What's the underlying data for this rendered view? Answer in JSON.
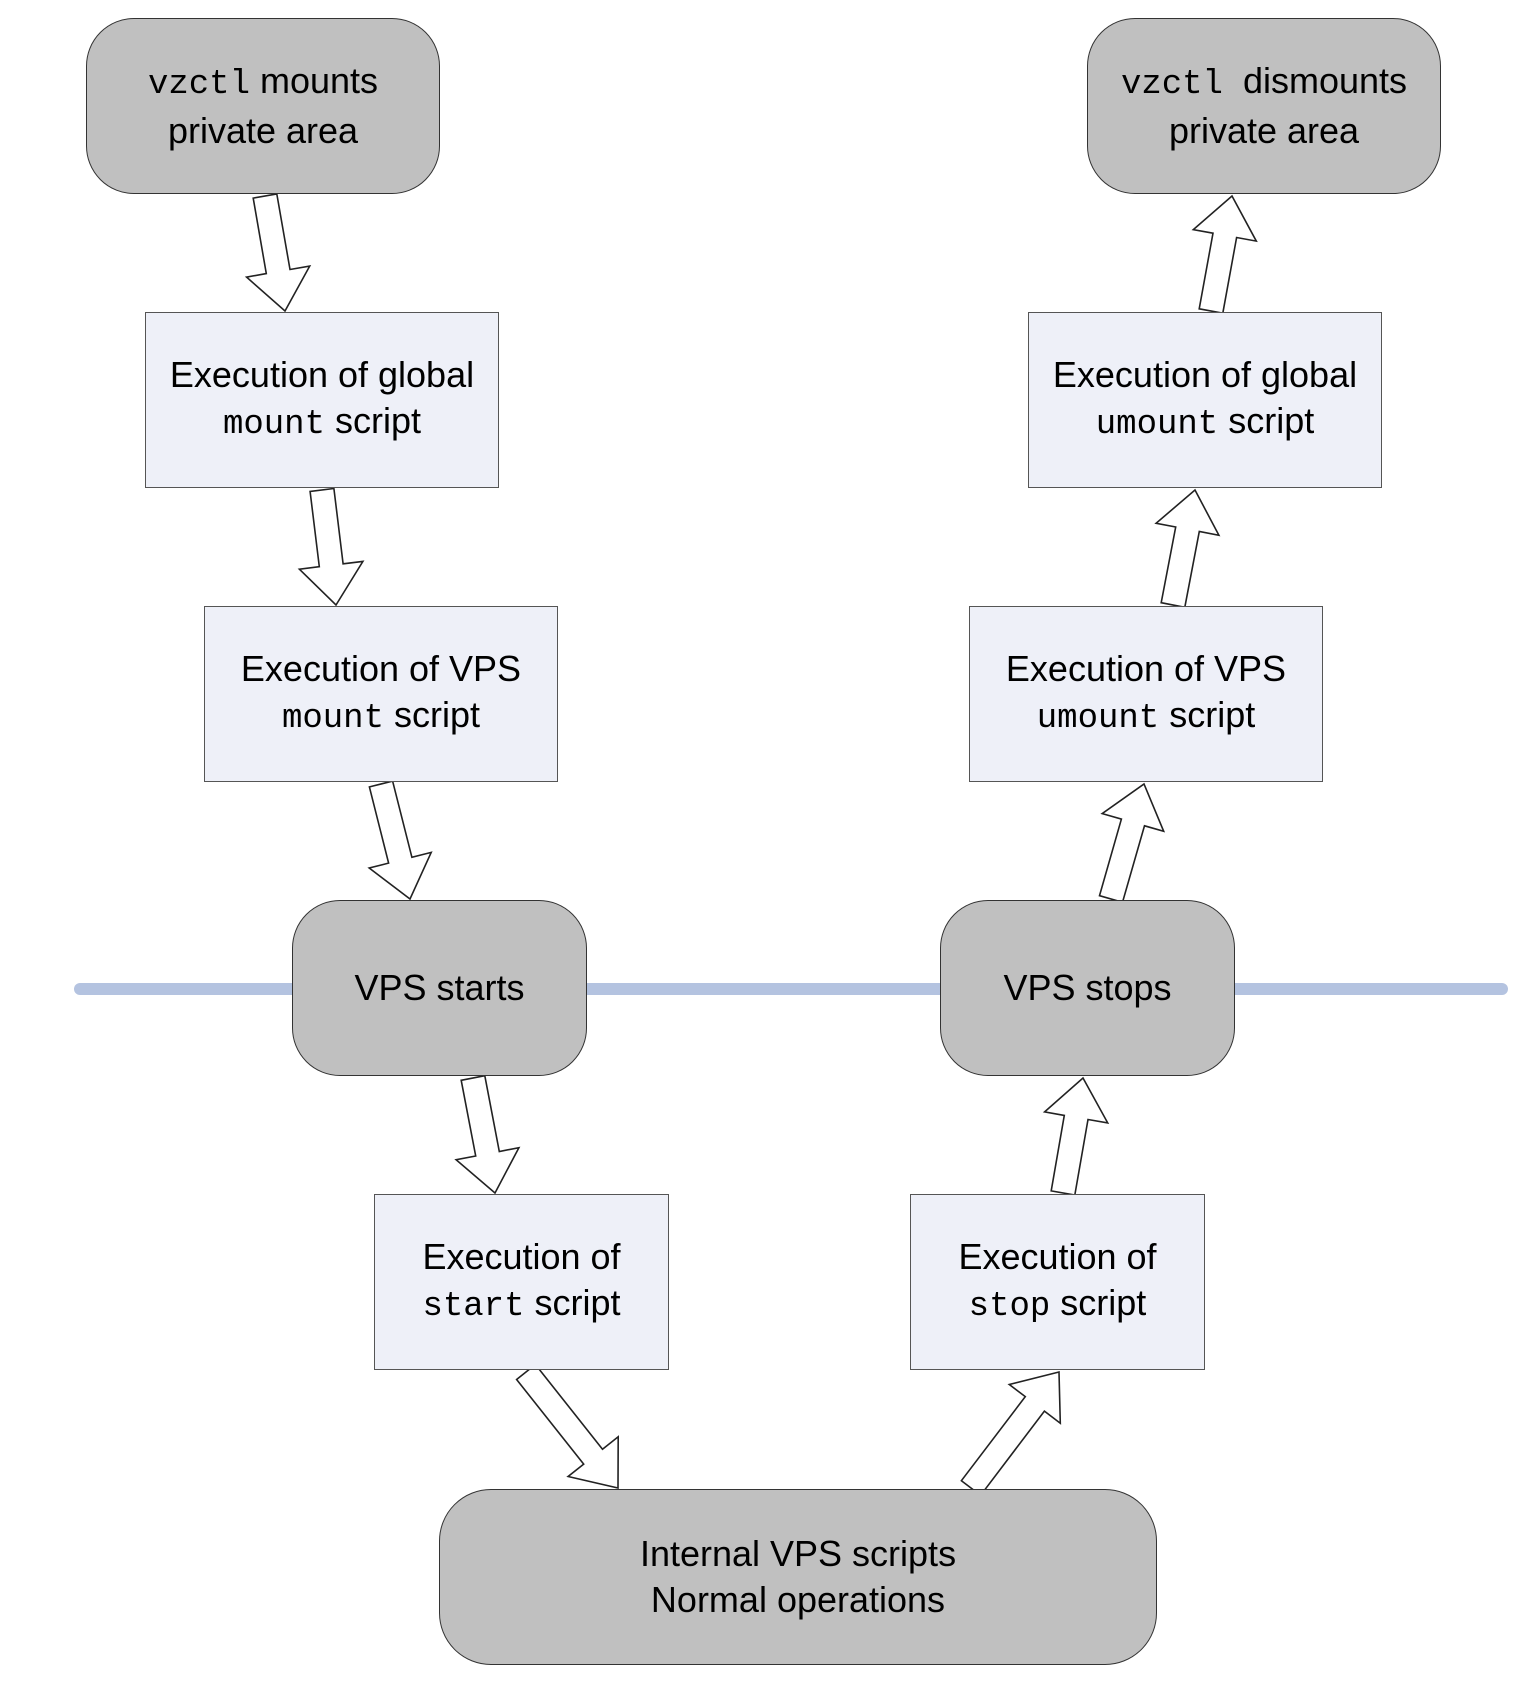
{
  "diagram": {
    "colors": {
      "terminal_fill": "#c0c0c0",
      "process_fill": "#eef0f8",
      "divider_line": "#b4c3e0",
      "arrow_fill": "#ffffff",
      "arrow_stroke": "#222222"
    },
    "nodes": {
      "mount_private": {
        "code": "vzctl",
        "text": " mounts",
        "line2": "private area"
      },
      "global_mount": {
        "line1": "Execution of global",
        "code": "mount",
        "text": " script"
      },
      "vps_mount": {
        "line1": "Execution of VPS",
        "code": "mount",
        "text": " script"
      },
      "vps_starts": {
        "label": "VPS starts"
      },
      "start_script": {
        "line1": "Execution of",
        "code": "start",
        "text": " script"
      },
      "internal": {
        "line1": "Internal VPS scripts",
        "line2": "Normal operations"
      },
      "stop_script": {
        "line1": "Execution of",
        "code": "stop",
        "text": " script"
      },
      "vps_stops": {
        "label": "VPS stops"
      },
      "vps_umount": {
        "line1": "Execution of VPS",
        "code": "umount",
        "text": " script"
      },
      "global_umount": {
        "line1": "Execution of global",
        "code": "umount",
        "text": " script"
      },
      "dismount_private": {
        "code": "vzctl",
        "text": "  dismounts",
        "line2": "private area"
      }
    },
    "edges": [
      {
        "from": "mount_private",
        "to": "global_mount"
      },
      {
        "from": "global_mount",
        "to": "vps_mount"
      },
      {
        "from": "vps_mount",
        "to": "vps_starts"
      },
      {
        "from": "vps_starts",
        "to": "start_script"
      },
      {
        "from": "start_script",
        "to": "internal"
      },
      {
        "from": "internal",
        "to": "stop_script"
      },
      {
        "from": "stop_script",
        "to": "vps_stops"
      },
      {
        "from": "vps_stops",
        "to": "vps_umount"
      },
      {
        "from": "vps_umount",
        "to": "global_umount"
      },
      {
        "from": "global_umount",
        "to": "dismount_private"
      }
    ]
  }
}
